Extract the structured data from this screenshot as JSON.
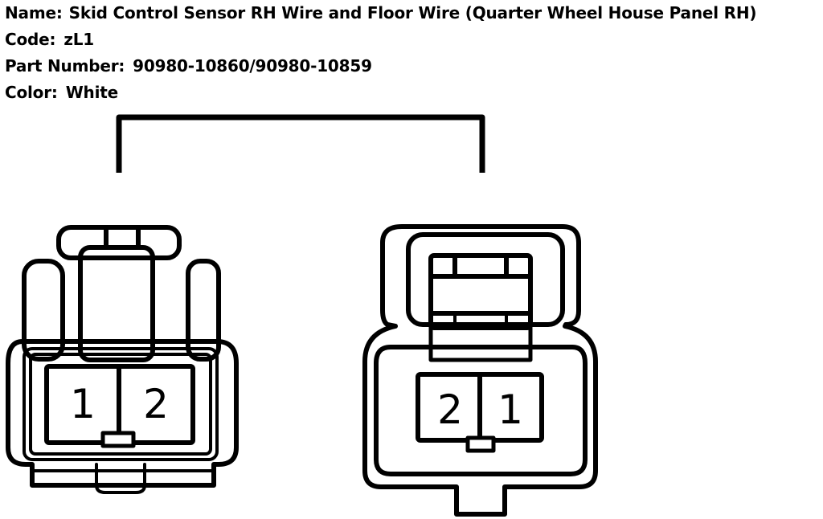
{
  "info": {
    "name_label": "Name:",
    "name_value": "Skid Control Sensor RH Wire and Floor Wire (Quarter Wheel House Panel RH)",
    "code_label": "Code:",
    "code_value": "zL1",
    "part_label": "Part Number:",
    "part_value": "90980-10860/90980-10859",
    "color_label": "Color:",
    "color_value": "White"
  },
  "connectors": {
    "left": {
      "pins": [
        "1",
        "2"
      ]
    },
    "right": {
      "pins": [
        "2",
        "1"
      ]
    }
  }
}
